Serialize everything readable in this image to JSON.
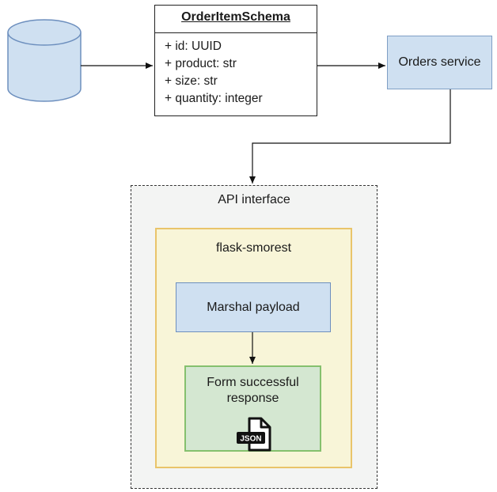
{
  "schema": {
    "title": "OrderItemSchema",
    "fields": [
      "+ id: UUID",
      "+ product: str",
      "+ size: str",
      "+ quantity: integer"
    ]
  },
  "orders_service": {
    "label": "Orders service"
  },
  "api_interface": {
    "label": "API interface",
    "framework": {
      "label": "flask-smorest",
      "marshal": {
        "label": "Marshal payload"
      },
      "response": {
        "line1": "Form successful",
        "line2": "response",
        "icon_label": "JSON"
      }
    }
  },
  "colors": {
    "blue_fill": "#cfe0f1",
    "yellow_fill": "#f8f5d8",
    "yellow_border": "#e9c46a",
    "green_fill": "#d4e7d1",
    "green_border": "#85c06e",
    "gray_fill": "#f3f4f3"
  },
  "icons": [
    "database-icon",
    "json-file-icon"
  ]
}
